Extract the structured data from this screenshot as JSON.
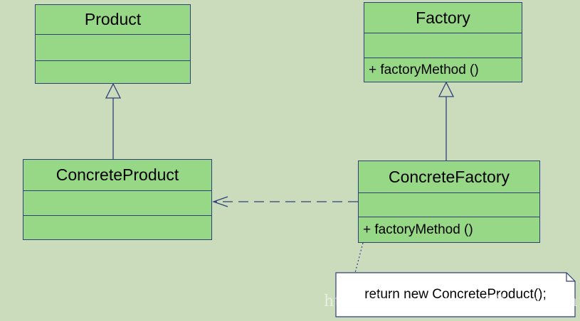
{
  "classes": {
    "product": {
      "name": "Product",
      "operation": ""
    },
    "factory": {
      "name": "Factory",
      "operation": "+  factoryMethod ()"
    },
    "concrete_product": {
      "name": "ConcreteProduct",
      "operation": ""
    },
    "concrete_factory": {
      "name": "ConcreteFactory",
      "operation": "+  factoryMethod ()"
    }
  },
  "note": {
    "text": "return new ConcreteProduct();"
  },
  "watermark": "http://blog.csdn.net/LoveLion",
  "colors": {
    "background": "#cbdcbc",
    "class_fill": "#96d886",
    "line": "#2f3f7a"
  }
}
